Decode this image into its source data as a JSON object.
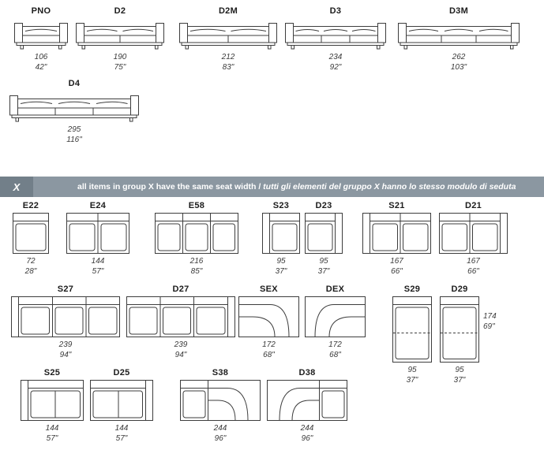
{
  "colors": {
    "banner_bar": "#8b97a1",
    "banner_box": "#727f89",
    "line": "#3d3d3d"
  },
  "banner": {
    "group": "X",
    "text_en": "all items in group X have the same seat width /",
    "text_it": "tutti gli elementi del gruppo X hanno lo stesso modulo di seduta"
  },
  "items": {
    "PNO": {
      "code": "PNO",
      "cm": "106",
      "inch": "42\""
    },
    "D2": {
      "code": "D2",
      "cm": "190",
      "inch": "75\""
    },
    "D2M": {
      "code": "D2M",
      "cm": "212",
      "inch": "83\""
    },
    "D3": {
      "code": "D3",
      "cm": "234",
      "inch": "92\""
    },
    "D3M": {
      "code": "D3M",
      "cm": "262",
      "inch": "103\""
    },
    "D4": {
      "code": "D4",
      "cm": "295",
      "inch": "116\""
    },
    "E22": {
      "code": "E22",
      "cm": "72",
      "inch": "28\""
    },
    "E24": {
      "code": "E24",
      "cm": "144",
      "inch": "57\""
    },
    "E58": {
      "code": "E58",
      "cm": "216",
      "inch": "85\""
    },
    "S23": {
      "code": "S23",
      "cm": "95",
      "inch": "37\""
    },
    "D23": {
      "code": "D23",
      "cm": "95",
      "inch": "37\""
    },
    "S21": {
      "code": "S21",
      "cm": "167",
      "inch": "66\""
    },
    "D21": {
      "code": "D21",
      "cm": "167",
      "inch": "66\""
    },
    "S27": {
      "code": "S27",
      "cm": "239",
      "inch": "94\""
    },
    "D27": {
      "code": "D27",
      "cm": "239",
      "inch": "94\""
    },
    "SEX": {
      "code": "SEX",
      "cm": "172",
      "inch": "68\""
    },
    "DEX": {
      "code": "DEX",
      "cm": "172",
      "inch": "68\""
    },
    "S29": {
      "code": "S29",
      "cm": "95",
      "inch": "37\""
    },
    "D29": {
      "code": "D29",
      "cm": "95",
      "inch": "37\""
    },
    "S25": {
      "code": "S25",
      "cm": "144",
      "inch": "57\""
    },
    "D25": {
      "code": "D25",
      "cm": "144",
      "inch": "57\""
    },
    "S38": {
      "code": "S38",
      "cm": "244",
      "inch": "96\""
    },
    "D38": {
      "code": "D38",
      "cm": "244",
      "inch": "96\""
    }
  },
  "depth_label": {
    "cm": "174",
    "inch": "69\""
  }
}
